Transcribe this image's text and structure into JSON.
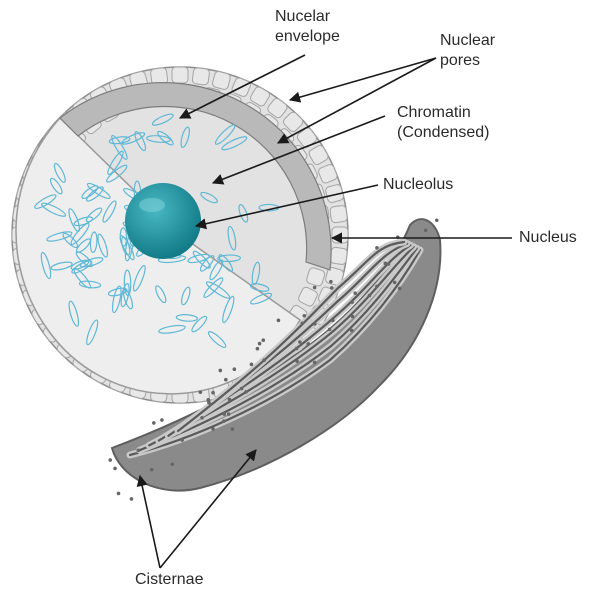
{
  "labels": {
    "nuclear_envelope": [
      "Nucelar",
      "envelope"
    ],
    "nuclear_pores": [
      "Nuclear",
      "pores"
    ],
    "chromatin": [
      "Chromatin",
      "(Condensed)"
    ],
    "nucleolus": "Nucleolus",
    "nucleus": "Nucleus",
    "cisternae": "Cisternae"
  },
  "colors": {
    "nucleolus": "#1a8f9c",
    "chromatin": "#5fb8d6",
    "envelope": "#cfcfcf",
    "er": "#7a7a7a",
    "leader": "#1a1a1a"
  }
}
